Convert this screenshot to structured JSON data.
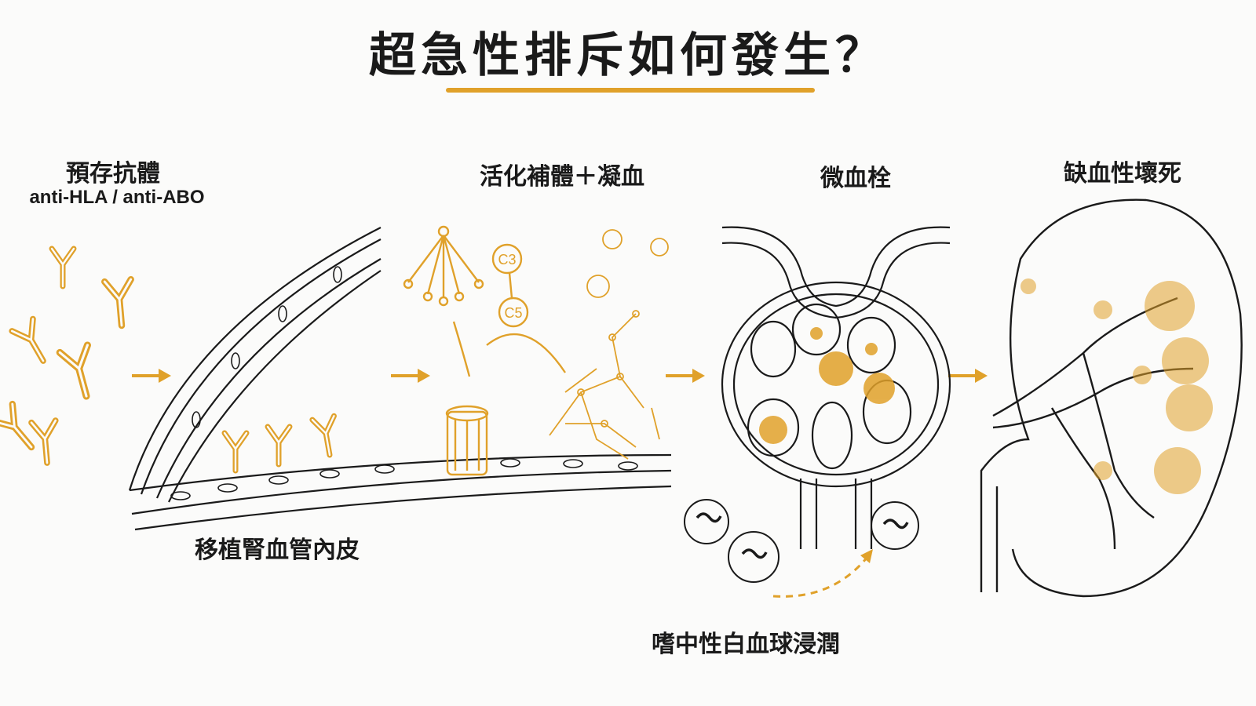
{
  "title": "超急性排斥如何發生？",
  "stages": {
    "antibodies": {
      "label": "預存抗體",
      "sublabel": "anti-HLA / anti-ABO"
    },
    "complement": {
      "label": "活化補體＋凝血",
      "c3": "C3",
      "c5": "C5"
    },
    "thrombosis": {
      "label": "微血栓"
    },
    "necrosis": {
      "label": "缺血性壞死"
    }
  },
  "endothelium_label": "移植腎血管內皮",
  "neutrophil_label": "嗜中性白血球浸潤",
  "colors": {
    "accent": "#e0a12a",
    "ink": "#1a1a1a",
    "background": "#fbfbfa"
  }
}
